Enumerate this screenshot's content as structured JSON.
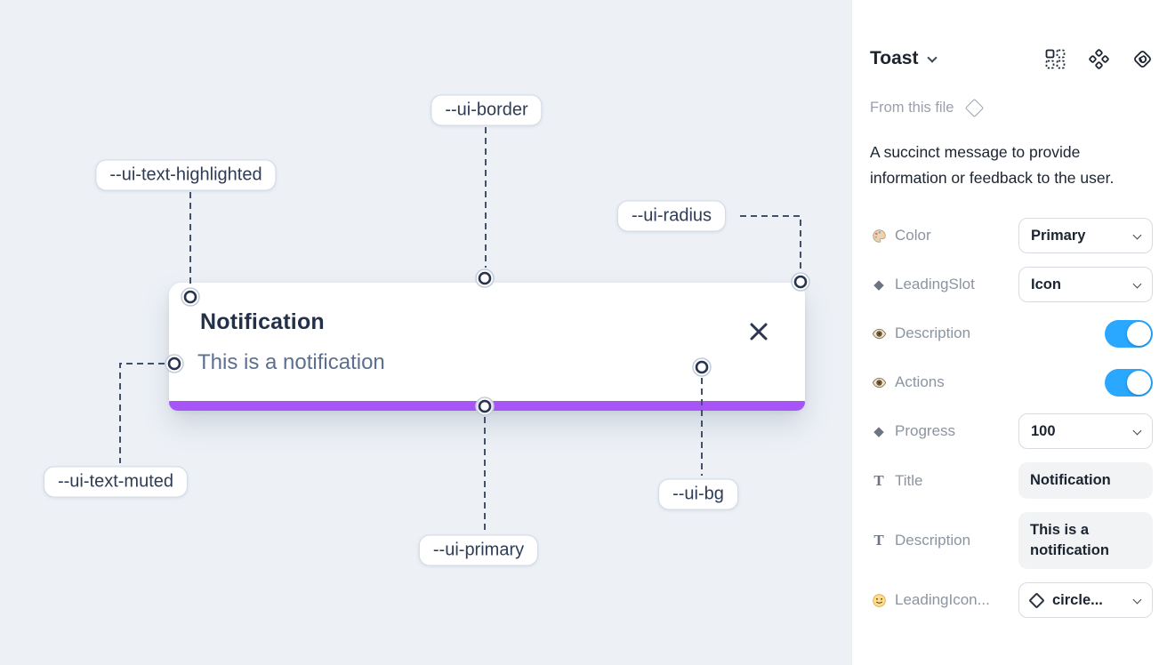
{
  "canvas": {
    "toast": {
      "title": "Notification",
      "description": "This is a notification"
    },
    "annotations": [
      {
        "label": "--ui-text-highlighted"
      },
      {
        "label": "--ui-border"
      },
      {
        "label": "--ui-radius"
      },
      {
        "label": "--ui-text-muted"
      },
      {
        "label": "--ui-primary"
      },
      {
        "label": "--ui-bg"
      }
    ],
    "colors": {
      "primary_bar": "#a855f7",
      "canvas_background": "#edf1f6",
      "title_text": "#23304a",
      "muted_text": "#5d6f8e"
    }
  },
  "panel": {
    "header": {
      "title": "Toast",
      "icons": [
        "instance-swap-icon",
        "component-icon",
        "return-to-instance-icon"
      ]
    },
    "source_label": "From this file",
    "description": "A succinct message to provide information or feedback to the user.",
    "properties": [
      {
        "icon": "palette-icon",
        "label": "Color",
        "control": "select",
        "value": "Primary"
      },
      {
        "icon": "diamond-icon",
        "label": "LeadingSlot",
        "control": "select",
        "value": "Icon"
      },
      {
        "icon": "eye-icon",
        "label": "Description",
        "control": "toggle",
        "value": "on"
      },
      {
        "icon": "eye-icon",
        "label": "Actions",
        "control": "toggle",
        "value": "on"
      },
      {
        "icon": "diamond-icon",
        "label": "Progress",
        "control": "select",
        "value": "100"
      },
      {
        "icon": "text-icon",
        "label": "Title",
        "control": "text",
        "value": "Notification"
      },
      {
        "icon": "text-icon",
        "label": "Description",
        "control": "text",
        "value": "This is a notification"
      },
      {
        "icon": "smiley-icon",
        "label": "LeadingIcon...",
        "control": "select-icon",
        "value": "circle..."
      }
    ],
    "colors": {
      "toggle_on": "#2aa7ff"
    }
  }
}
